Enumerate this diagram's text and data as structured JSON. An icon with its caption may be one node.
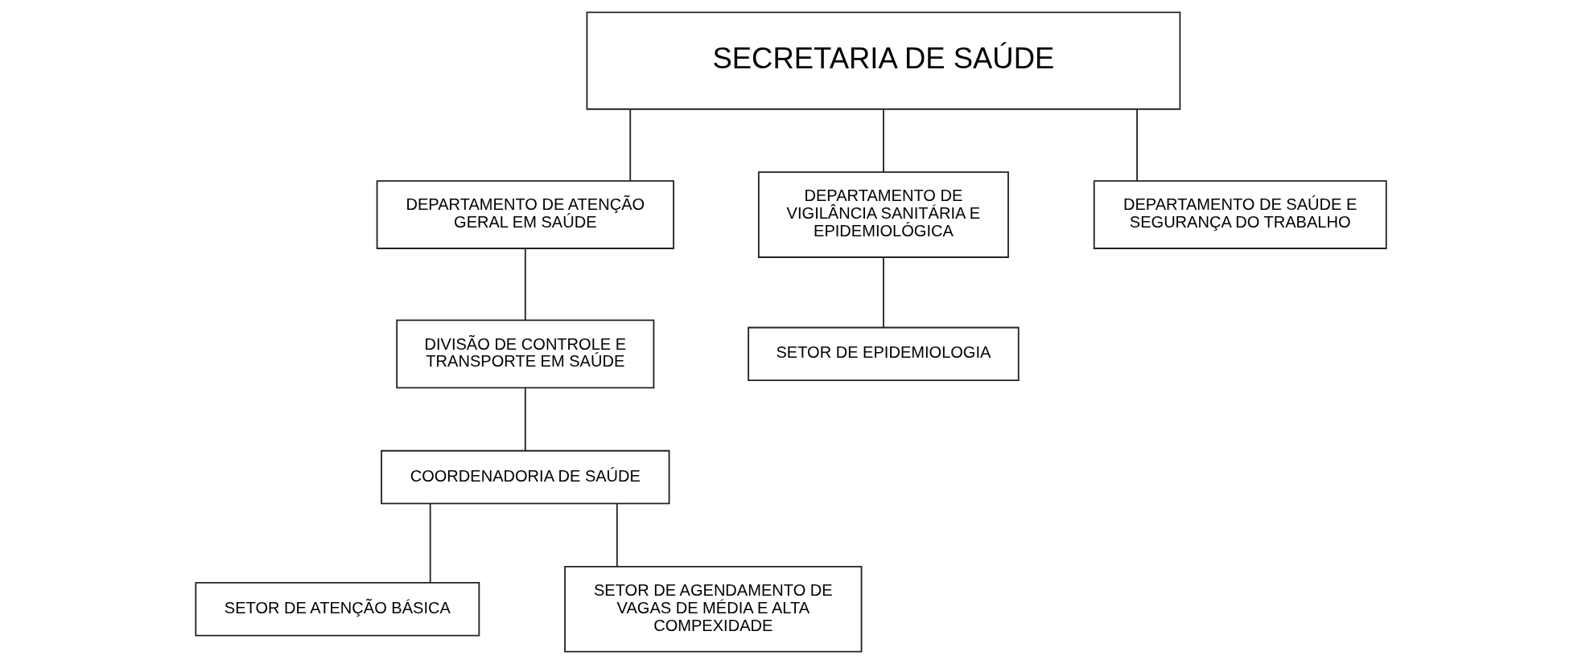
{
  "diagram": {
    "nodes": [
      {
        "text": [
          "SECRETARIA DE SAÚDE"
        ]
      },
      {
        "text": [
          "DEPARTAMENTO DE ATENÇÃO GERAL EM SAÚDE"
        ]
      },
      {
        "text": [
          "DEPARTAMENTO DE VIGILÂNCIA SANITÁRIA E EPIDEMIOLÓGICA"
        ]
      },
      {
        "text": [
          "DEPARTAMENTO DE SAÚDE E SEGURANÇA DO TRABALHO"
        ]
      },
      {
        "text": [
          "DIVISÃO DE CONTROLE E TRANSPORTE EM SAÚDE"
        ]
      },
      {
        "text": [
          "COORDENADORIA DE SAÚDE"
        ]
      },
      {
        "text": [
          "SETOR DE ATENÇÃO BÁSICA"
        ]
      },
      {
        "text": [
          "SETOR DE AGENDAMENTO DE VAGAS DE MÉDIA E ALTA COMPEXIDADE"
        ]
      },
      {
        "text": [
          "SETOR DE EPIDEMIOLOGIA"
        ]
      }
    ],
    "edges": [
      {
        "from": 0,
        "to": 1,
        "arrow": "none"
      },
      {
        "from": 0,
        "to": 2,
        "arrow": "none"
      },
      {
        "from": 0,
        "to": 3,
        "arrow": "none"
      },
      {
        "from": 1,
        "to": 4,
        "arrow": "none"
      },
      {
        "from": 4,
        "to": 5,
        "arrow": "none"
      },
      {
        "from": 5,
        "to": 6,
        "arrow": "none"
      },
      {
        "from": 5,
        "to": 7,
        "arrow": "none"
      },
      {
        "from": 2,
        "to": 8,
        "arrow": "none"
      }
    ]
  }
}
